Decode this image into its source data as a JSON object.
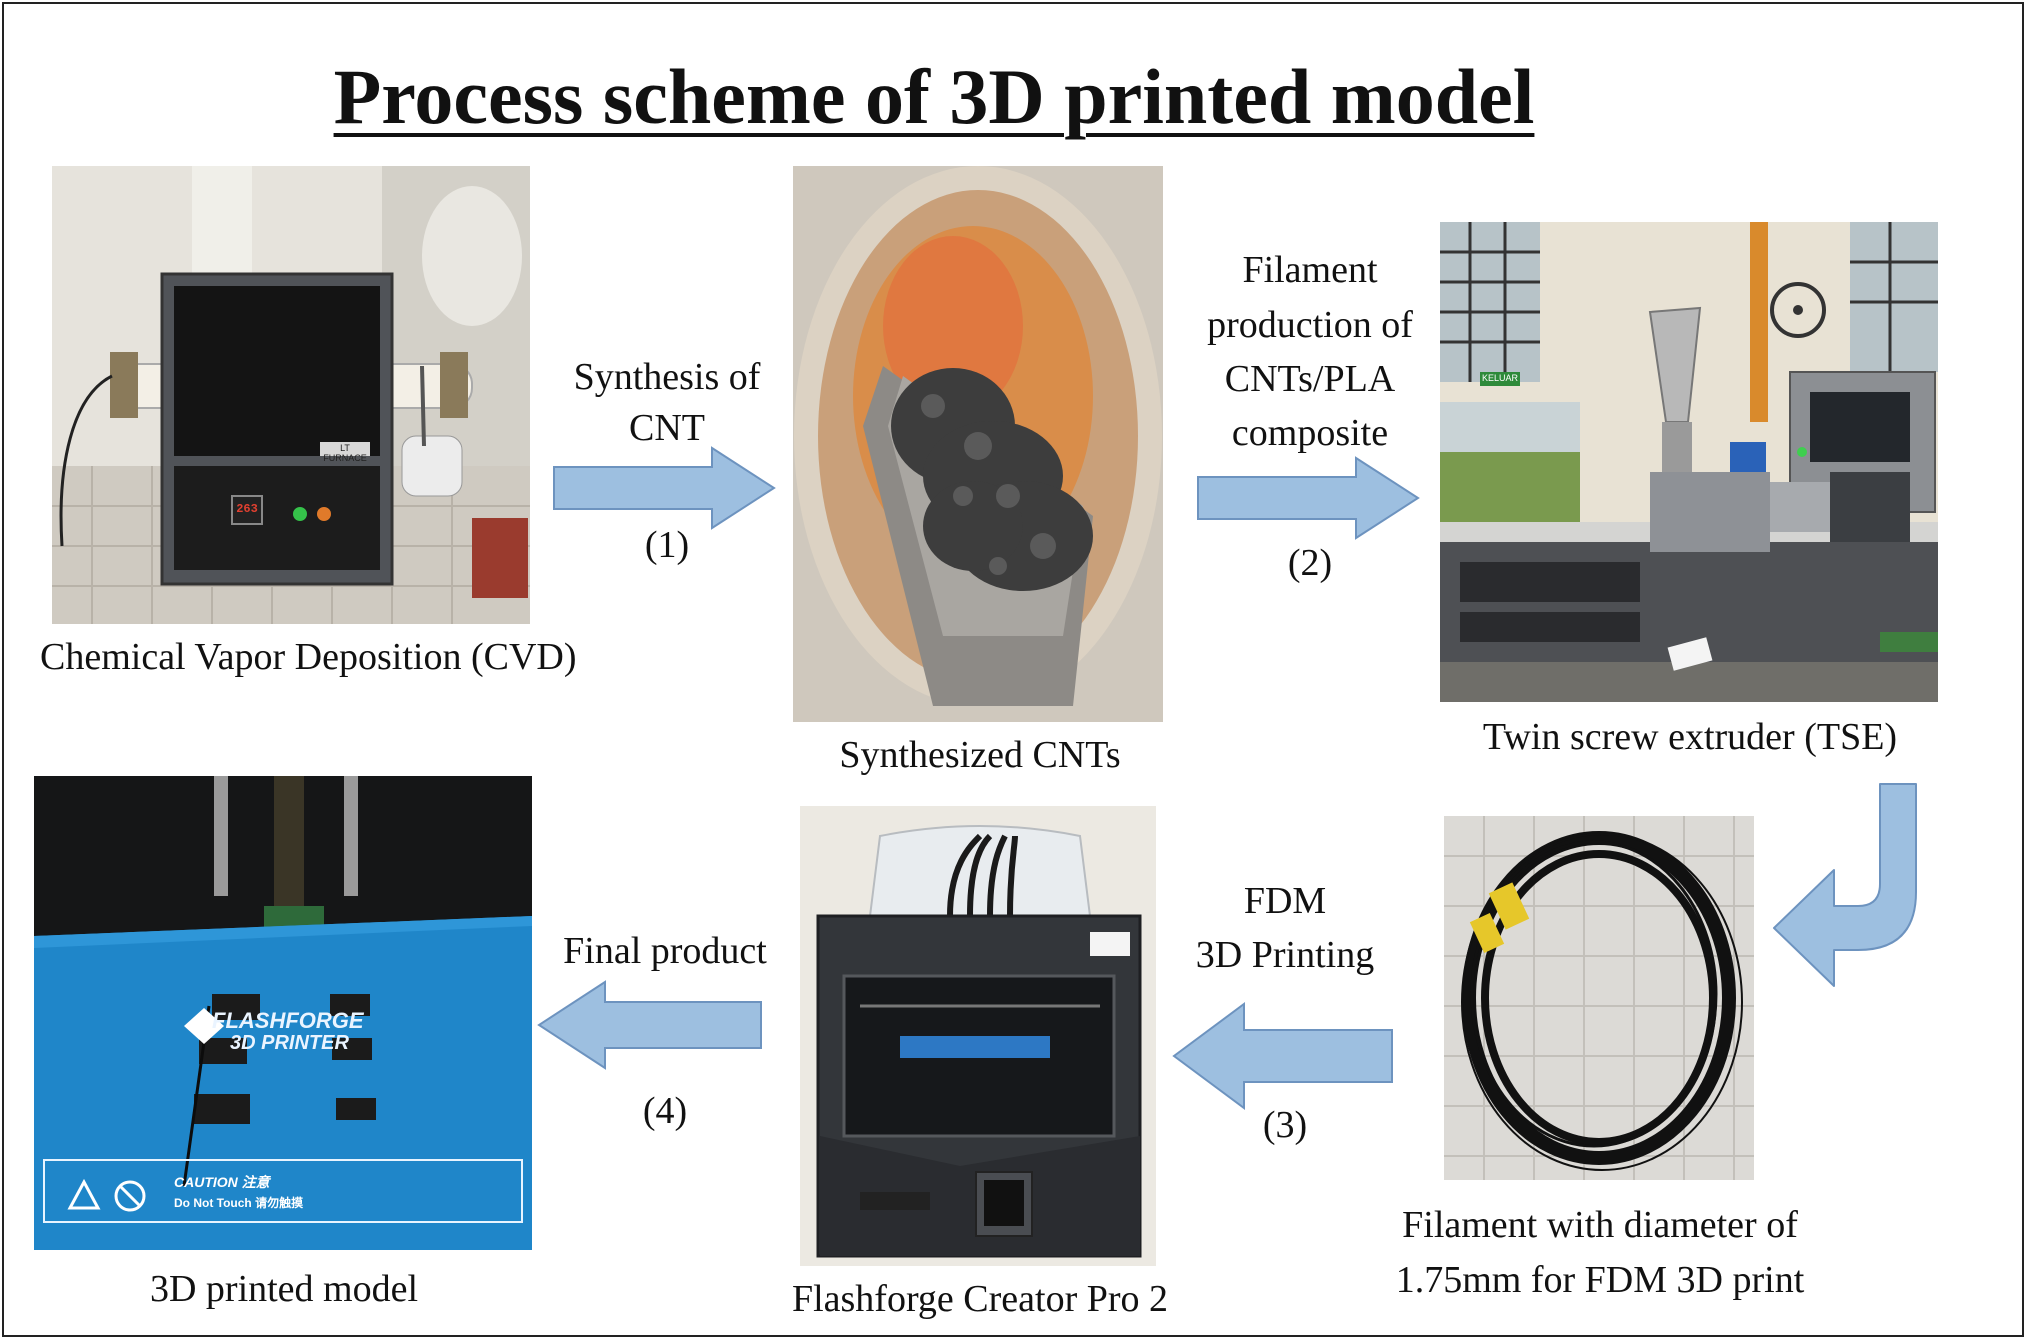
{
  "title": "Process scheme of 3D printed model",
  "nodes": {
    "cvd": {
      "caption": "Chemical Vapor Deposition (CVD)",
      "panel": "LT FURNACE",
      "display": "263"
    },
    "cnt": {
      "caption": "Synthesized CNTs"
    },
    "tse": {
      "caption": "Twin screw extruder (TSE)",
      "sign": "KELUAR"
    },
    "filament": {
      "caption_line1": "Filament with diameter of",
      "caption_line2": "1.75mm for FDM 3D print"
    },
    "printer": {
      "caption": "Flashforge Creator Pro 2"
    },
    "model": {
      "caption": "3D printed model",
      "plate_line1": "FLASHFORGE",
      "plate_line2": "3D PRINTER",
      "caution": "CAUTION 注意",
      "notouch": "Do Not Touch 请勿触摸"
    }
  },
  "steps": [
    {
      "line1": "Synthesis of",
      "line2": "CNT",
      "num": "(1)"
    },
    {
      "line1": "Filament",
      "line2": "production of",
      "line3": "CNTs/PLA",
      "line4": "composite",
      "num": "(2)"
    },
    {
      "line1": "FDM",
      "line2": "3D Printing",
      "num": "(3)"
    },
    {
      "line1": "Final product",
      "num": "(4)"
    }
  ],
  "colors": {
    "arrow_fill": "#9dbfe0",
    "arrow_stroke": "#6d93bf",
    "bed_blue": "#1f86c9"
  }
}
